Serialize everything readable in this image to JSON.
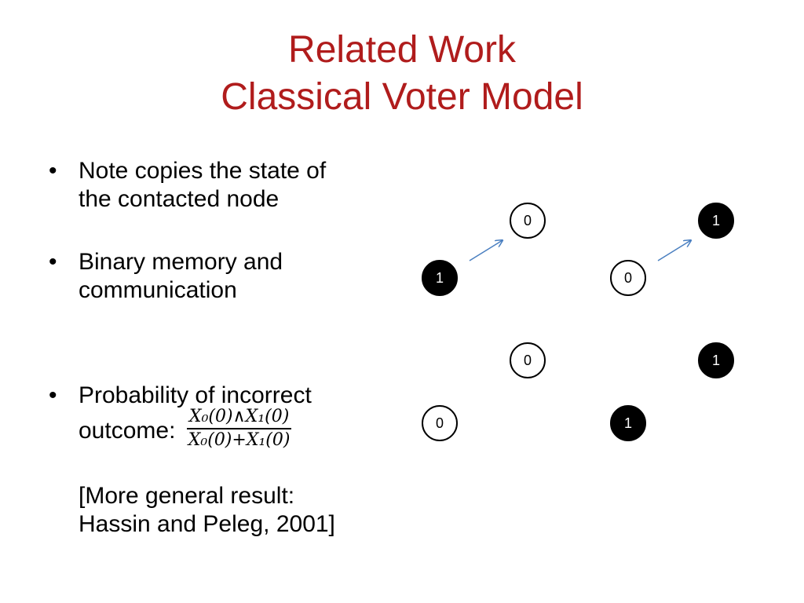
{
  "slide": {
    "title_line1": "Related Work",
    "title_line2": "Classical Voter Model"
  },
  "bullets": {
    "bullet_char": "•",
    "item1_line1": "Note copies the state of",
    "item1_line2": "the contacted node",
    "item2_line1": "Binary memory and",
    "item2_line2": "communication",
    "item3_line1": "Probability of incorrect",
    "item3_prefix": "outcome:",
    "fraction_numerator": "X₀(0)∧X₁(0)",
    "fraction_denominator": "X₀(0)+X₁(0)",
    "note_line1": "[More general result:",
    "note_line2": "Hassin and Peleg, 2001]"
  },
  "graph": {
    "nodes": [
      {
        "label": "0",
        "filled": false
      },
      {
        "label": "1",
        "filled": true
      },
      {
        "label": "1",
        "filled": true
      },
      {
        "label": "0",
        "filled": false
      },
      {
        "label": "0",
        "filled": false
      },
      {
        "label": "1",
        "filled": true
      },
      {
        "label": "0",
        "filled": false
      },
      {
        "label": "1",
        "filled": true
      }
    ],
    "arrow_color": "#4a7fc0"
  }
}
